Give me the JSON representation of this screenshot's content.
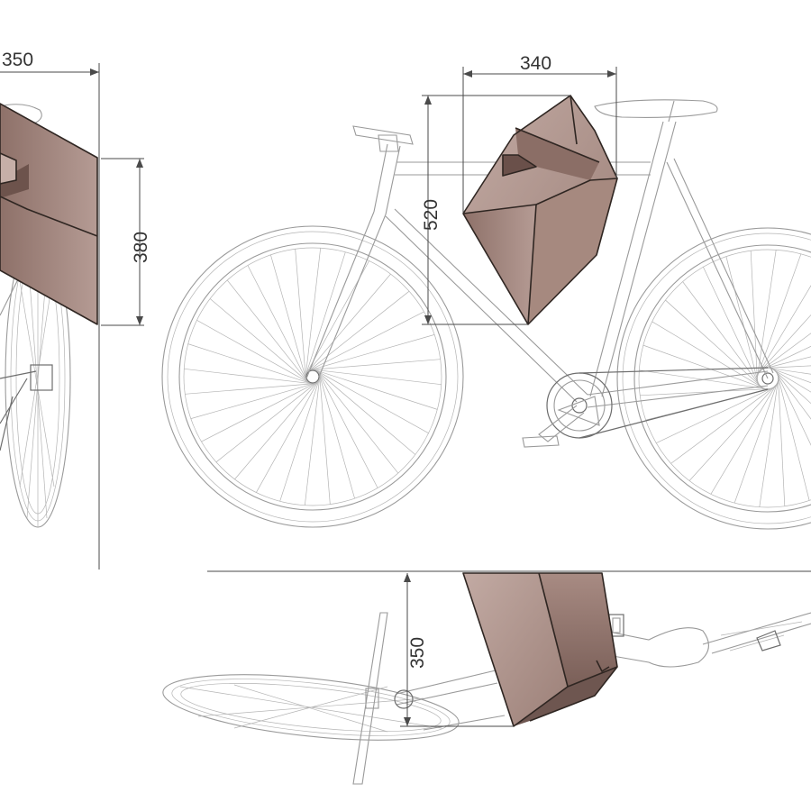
{
  "dimensions": {
    "side_width": "350",
    "side_height": "380",
    "front_width": "340",
    "front_height": "520",
    "top_depth": "350"
  },
  "colors": {
    "wood_light": "#b59b94",
    "wood_mid": "#9c8078",
    "wood_dark": "#7a5f58",
    "line": "#9a9a9a",
    "dimension": "#333333"
  }
}
